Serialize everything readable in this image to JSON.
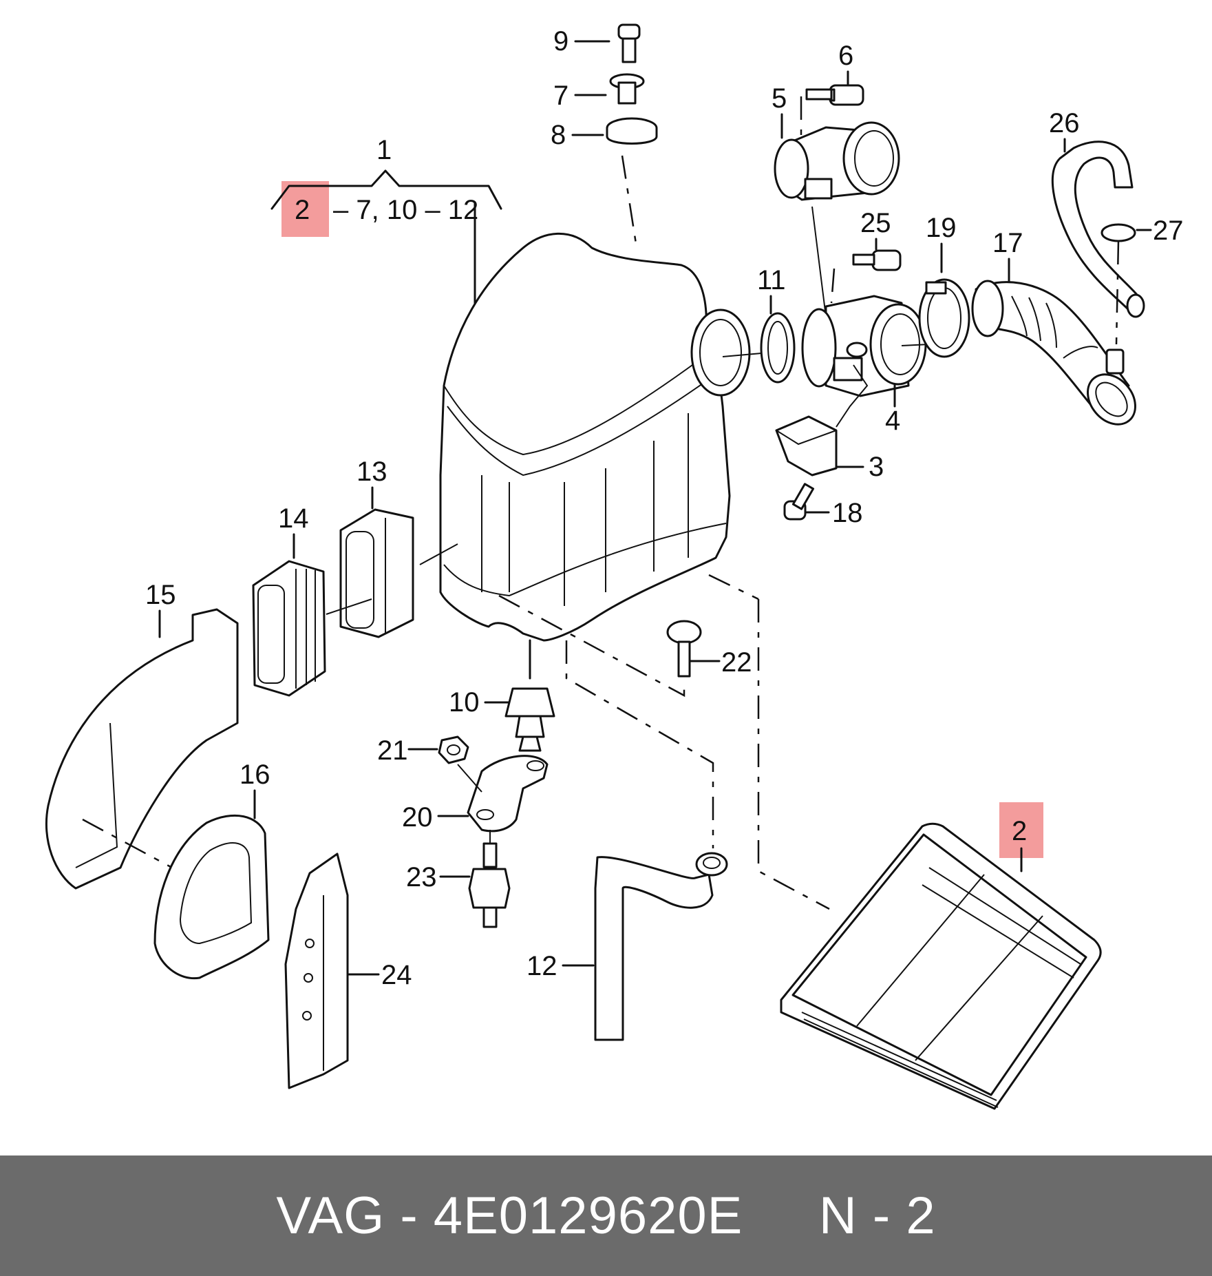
{
  "header_label": {
    "main": "1",
    "range_start": "2",
    "range_rest": "– 7, 10 – 12"
  },
  "callouts": {
    "p2": "2",
    "p3": "3",
    "p4": "4",
    "p5": "5",
    "p6": "6",
    "p7": "7",
    "p8": "8",
    "p9": "9",
    "p10": "10",
    "p11": "11",
    "p12": "12",
    "p13": "13",
    "p14": "14",
    "p15": "15",
    "p16": "16",
    "p17": "17",
    "p18": "18",
    "p19": "19",
    "p20": "20",
    "p21": "21",
    "p22": "22",
    "p23": "23",
    "p24": "24",
    "p25": "25",
    "p26": "26",
    "p27": "27"
  },
  "footer": {
    "text": "VAG - 4E0129620E     N - 2"
  },
  "colors": {
    "highlight": "#f39c9c",
    "footer_bg": "#6b6b6b",
    "footer_text": "#ffffff"
  }
}
